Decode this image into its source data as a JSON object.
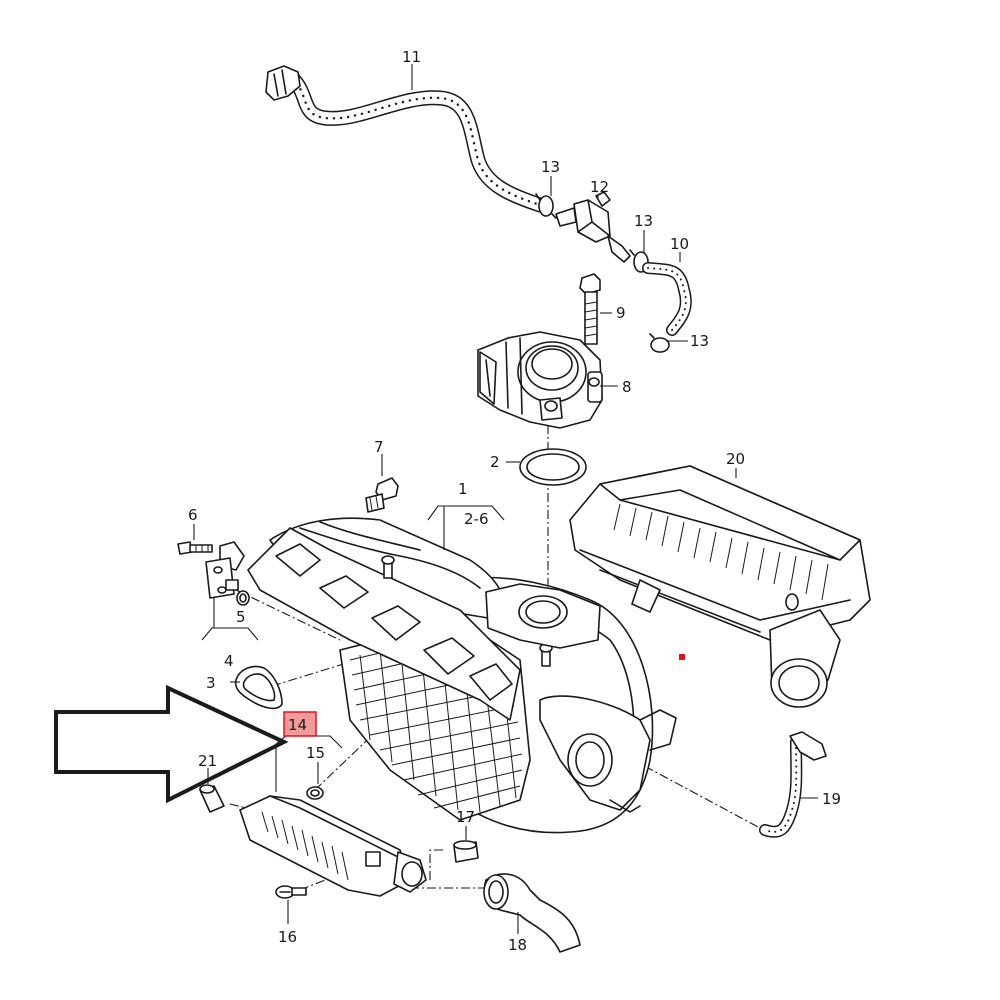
{
  "labels": {
    "p1": "1",
    "p1_range": "2-6",
    "p2": "2",
    "p3": "3",
    "p4": "4",
    "p5": "5",
    "p6": "6",
    "p7": "7",
    "p8": "8",
    "p9": "9",
    "p10": "10",
    "p11": "11",
    "p12": "12",
    "p13a": "13",
    "p13b": "13",
    "p13c": "13",
    "p14": "14",
    "p15": "15",
    "p16": "16",
    "p17": "17",
    "p18": "18",
    "p19": "19",
    "p20": "20",
    "p21": "21"
  },
  "colors": {
    "ink": "#1a1a1a",
    "highlight": "#e8101a",
    "highlight_fill": "#f29a9a",
    "background": "#ffffff"
  },
  "highlighted_part": "14"
}
